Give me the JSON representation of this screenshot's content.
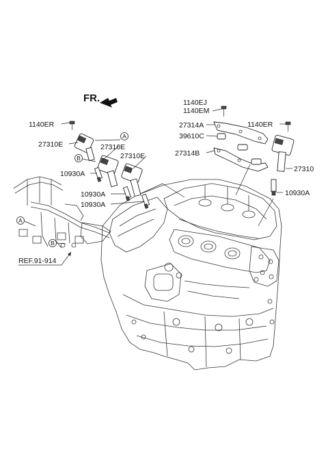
{
  "direction": {
    "fr_label": "FR."
  },
  "callouts": {
    "left_bolt": "1140ER",
    "coil_1": "27310E",
    "coil_2": "27310E",
    "coil_3": "27310E",
    "plug_1": "10930A",
    "plug_2": "10930A",
    "plug_3": "10930A",
    "right_bolt_a": "1140EJ",
    "right_bolt_b": "1140EM",
    "harness_right_a": "27314A",
    "clip": "39610C",
    "harness_right_b": "27314B",
    "right_coil_bolt": "1140ER",
    "right_coil": "27310",
    "right_plug": "10930A"
  },
  "circle_markers": {
    "a_top": "A",
    "b_top": "B",
    "a_left": "A",
    "b_bottom": "B"
  },
  "reference": {
    "label": "REF.91-914"
  }
}
